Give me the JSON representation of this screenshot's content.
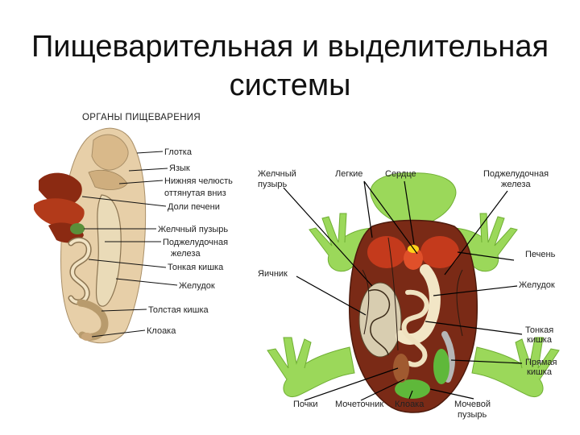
{
  "slide": {
    "title_line1": "Пищеварительная и выделительная",
    "title_line2": "системы"
  },
  "figure_left": {
    "heading": "ОРГАНЫ ПИЩЕВАРЕНИЯ",
    "labels": [
      "Глотка",
      "Язык",
      "Нижняя челюсть",
      "оттянутая вниз",
      "Доли печени",
      "Желчный пузырь",
      "Поджелудочная",
      "железа",
      "Тонкая кишка",
      "Желудок",
      "Толстая кишка",
      "Клоака"
    ]
  },
  "figure_right": {
    "labels": {
      "gallbladder_1": "Желчный",
      "gallbladder_2": "пузырь",
      "lungs": "Легкие",
      "heart": "Сердце",
      "pancreas_1": "Поджелудочная",
      "pancreas_2": "железа",
      "liver": "Печень",
      "ovary": "Яичник",
      "stomach": "Желудок",
      "small_intestine_1": "Тонкая",
      "small_intestine_2": "кишка",
      "rectum_1": "Прямая",
      "rectum_2": "кишка",
      "kidneys": "Почки",
      "ureter": "Мочеточник",
      "cloaca": "Клоака",
      "bladder_1": "Мочевой",
      "bladder_2": "пузырь"
    }
  },
  "colors": {
    "frog_green": "#9bd85a",
    "liver_red": "#c43a1c",
    "tissue_tan": "#e7cfa8",
    "intestine_beige": "#eadbb8"
  }
}
